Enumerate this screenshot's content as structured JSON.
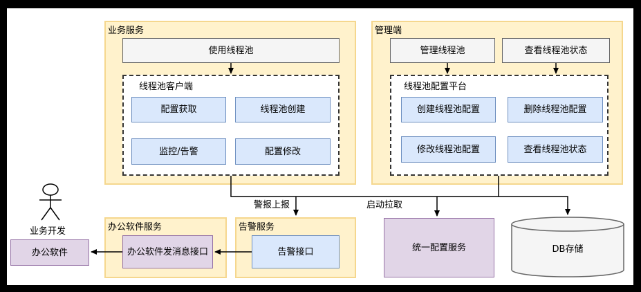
{
  "business_service": {
    "title": "业务服务",
    "use_pool": "使用线程池",
    "client": {
      "title": "线程池客户端",
      "config_fetch": "配置获取",
      "pool_create": "线程池创建",
      "monitor_alert": "监控/告警",
      "config_modify": "配置修改"
    }
  },
  "management": {
    "title": "管理端",
    "manage_pool": "管理线程池",
    "view_status": "查看线程池状态",
    "platform": {
      "title": "线程池配置平台",
      "create_config": "创建线程池配置",
      "delete_config": "删除线程池配置",
      "modify_config": "修改线程池配置",
      "view_status": "查看线程池状态"
    }
  },
  "office_service": {
    "title": "办公软件服务",
    "send_message": "办公软件发消息接口"
  },
  "alert_service": {
    "title": "告警服务",
    "alert_api": "告警接口"
  },
  "unified_config": "统一配置服务",
  "db_storage": "DB存储",
  "developer": {
    "label": "业务开发",
    "office_software": "办公软件"
  },
  "edge_labels": {
    "report_alert": "警报上报",
    "start_pull": "启动拉取"
  },
  "colors": {
    "group_fill": "#fff2cc",
    "group_border": "#f5d78e",
    "blue_fill": "#dae8fc",
    "blue_border": "#6c8ebf",
    "purple_fill": "#e1d5e7",
    "purple_border": "#9673a6",
    "gray_fill": "#f5f5f5"
  }
}
